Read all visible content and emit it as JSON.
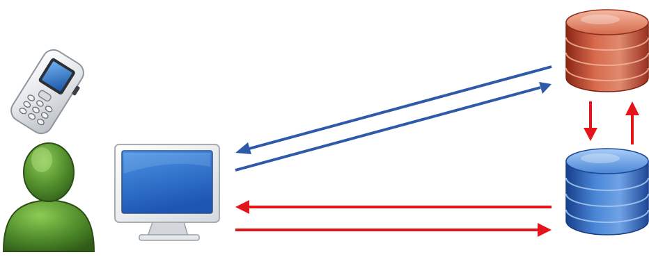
{
  "diagram": {
    "nodes": [
      {
        "id": "mobile-phone",
        "icon": "mobile-phone-icon"
      },
      {
        "id": "user",
        "icon": "user-icon",
        "color": "#4e8a2a"
      },
      {
        "id": "monitor",
        "icon": "monitor-icon",
        "color": "#2f72c4"
      },
      {
        "id": "database-red",
        "icon": "database-icon",
        "color": "#c9533b"
      },
      {
        "id": "database-blue",
        "icon": "database-icon",
        "color": "#3a6fc0"
      }
    ],
    "edges": [
      {
        "from": "database-red",
        "to": "monitor",
        "color": "#2f5aa8"
      },
      {
        "from": "monitor",
        "to": "database-red",
        "color": "#2f5aa8"
      },
      {
        "from": "database-blue",
        "to": "monitor",
        "color": "#e3151a"
      },
      {
        "from": "monitor",
        "to": "database-blue",
        "color": "#e3151a"
      },
      {
        "from": "database-red",
        "to": "database-blue",
        "color": "#e3151a"
      },
      {
        "from": "database-blue",
        "to": "database-red",
        "color": "#e3151a"
      }
    ]
  }
}
